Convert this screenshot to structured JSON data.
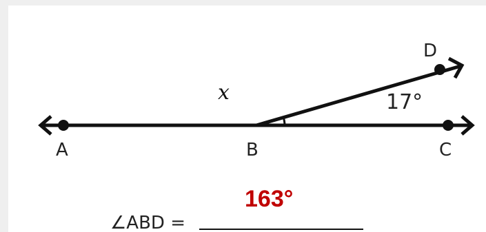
{
  "diagram": {
    "points": {
      "A": "A",
      "B": "B",
      "C": "C",
      "D": "D"
    },
    "variable_label": "x",
    "given_angle_label": "17°",
    "answer_value": "163°",
    "question_label": "∠ABD =",
    "colors": {
      "line": "#111111",
      "answer": "#c00000",
      "text": "#222222"
    }
  }
}
